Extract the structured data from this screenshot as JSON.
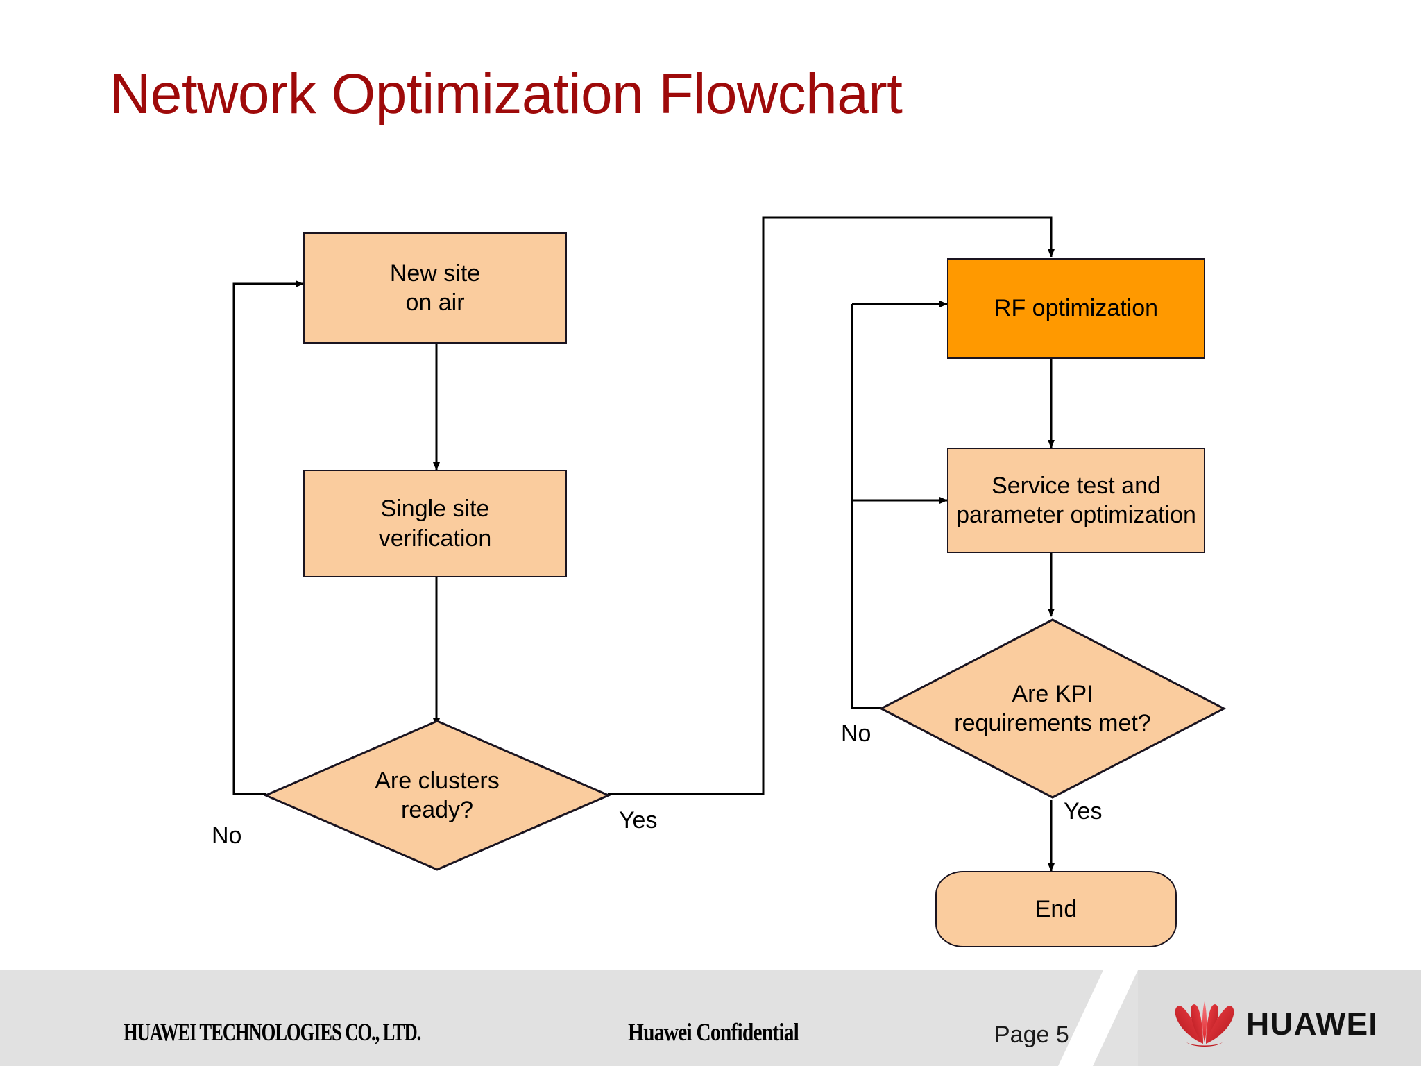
{
  "slide": {
    "title": "Network Optimization Flowchart",
    "title_color": "#9E0A0A",
    "background": "#FFFFFF"
  },
  "palette": {
    "node_fill": "#FACC9E",
    "highlight_fill": "#FF9900",
    "node_stroke": "#1A1420",
    "footer_band": "#E1E1E1",
    "logo_red": "#E01F26"
  },
  "chart_data": {
    "type": "diagram",
    "title": "Network Optimization Flowchart",
    "nodes": [
      {
        "id": "new_site",
        "label": "New site\non air",
        "shape": "rectangle",
        "fill": "#FACC9E"
      },
      {
        "id": "single_site",
        "label": "Single site\nverification",
        "shape": "rectangle",
        "fill": "#FACC9E"
      },
      {
        "id": "clusters",
        "label": "Are clusters\nready?",
        "shape": "diamond",
        "fill": "#FACC9E"
      },
      {
        "id": "rf_opt",
        "label": "RF optimization",
        "shape": "rectangle",
        "fill": "#FF9900"
      },
      {
        "id": "service_test",
        "label": "Service test and\nparameter optimization",
        "shape": "rectangle",
        "fill": "#FACC9E"
      },
      {
        "id": "kpi",
        "label": "Are KPI\nrequirements met?",
        "shape": "diamond",
        "fill": "#FACC9E"
      },
      {
        "id": "end",
        "label": "End",
        "shape": "terminal",
        "fill": "#FACC9E"
      }
    ],
    "edges": [
      {
        "from": "new_site",
        "to": "single_site",
        "label": ""
      },
      {
        "from": "single_site",
        "to": "clusters",
        "label": ""
      },
      {
        "from": "clusters",
        "to": "new_site",
        "label": "No"
      },
      {
        "from": "clusters",
        "to": "rf_opt",
        "label": "Yes"
      },
      {
        "from": "rf_opt",
        "to": "service_test",
        "label": ""
      },
      {
        "from": "service_test",
        "to": "kpi",
        "label": ""
      },
      {
        "from": "kpi",
        "to": "rf_opt",
        "label": "No"
      },
      {
        "from": "kpi",
        "to": "service_test",
        "label": "No"
      },
      {
        "from": "kpi",
        "to": "end",
        "label": "Yes"
      }
    ]
  },
  "nodes": {
    "new_site": "New site\non air",
    "single_site": "Single site\nverification",
    "clusters": "Are clusters\nready?",
    "rf_opt": "RF optimization",
    "service_test": "Service test and\nparameter optimization",
    "kpi": "Are KPI\nrequirements met?",
    "end": "End"
  },
  "edge_labels": {
    "clusters_no": "No",
    "clusters_yes": "Yes",
    "kpi_no": "No",
    "kpi_yes": "Yes"
  },
  "footer": {
    "company": "HUAWEI TECHNOLOGIES CO., LTD.",
    "confidential": "Huawei Confidential",
    "page": "Page 5",
    "brand": "HUAWEI"
  }
}
